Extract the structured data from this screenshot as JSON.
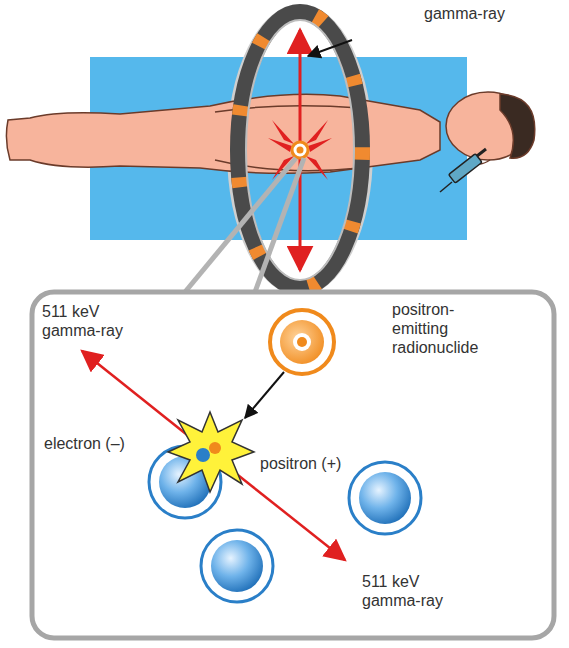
{
  "diagram": {
    "nodes": [
      {
        "text": [
          "511 keV gamma-ray",
          "positron-emitting radionuclide",
          "electron (–)",
          "positron (+)",
          "511 keV gamma-ray"
        ]
      }
    ],
    "labels": [
      "gamma-ray"
    ]
  }
}
